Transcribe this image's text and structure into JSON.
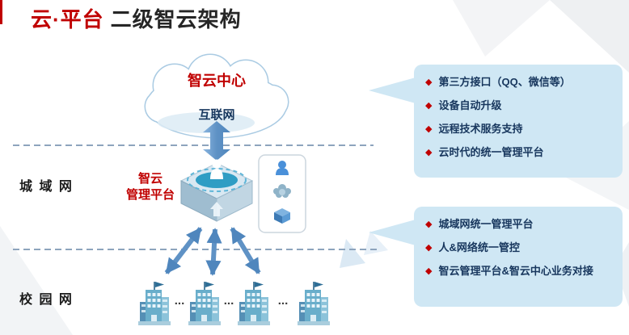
{
  "title": {
    "highlight": "云·平台",
    "rest": "二级智云架构"
  },
  "cloud": {
    "center_label": "智云中心",
    "network_label": "互联网"
  },
  "platform_label": {
    "line1": "智云",
    "line2": "管理平台"
  },
  "zone_labels": {
    "metro": "城 域 网",
    "campus": "校 园 网"
  },
  "ellipsis": "...",
  "bullet_glyph": "◆",
  "callouts": {
    "top": {
      "items": [
        "第三方接口（QQ、微信等）",
        "设备自动升级",
        "远程技术服务支持",
        "云时代的统一管理平台"
      ]
    },
    "bottom": {
      "items": [
        "城域网统一管理平台",
        "人&网络统一管控",
        "智云管理平台&智云中心业务对接"
      ]
    }
  },
  "colors": {
    "accent_red": "#c00000",
    "navy_text": "#17365d",
    "arrow_blue": "#5b91c6",
    "callout_bg": "#cfe7f4",
    "cube_teal": "#2f9dc4"
  }
}
